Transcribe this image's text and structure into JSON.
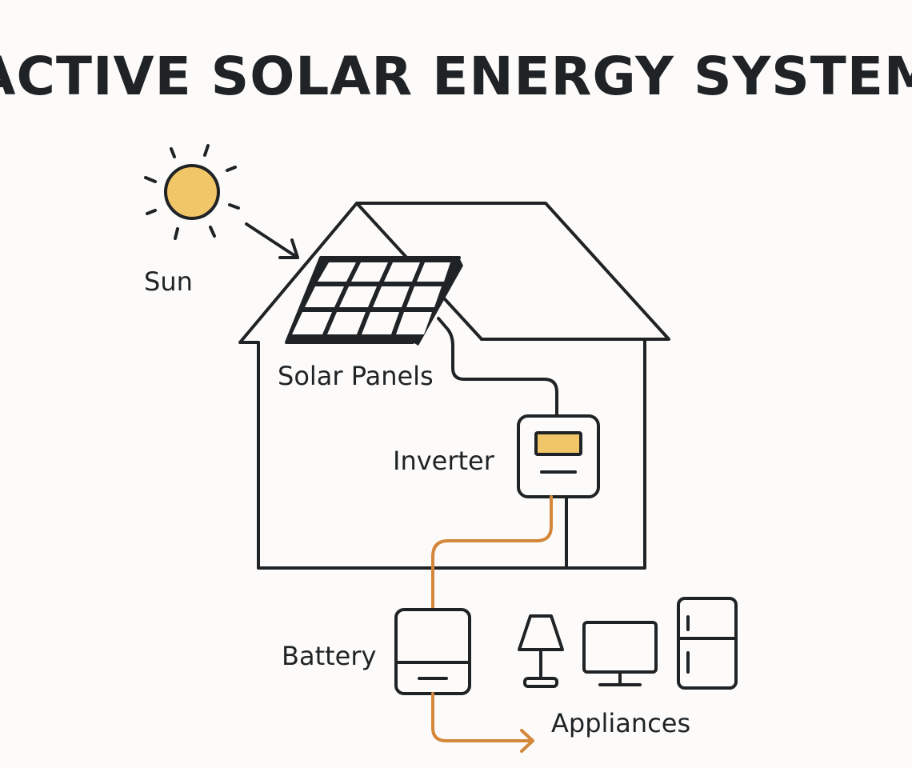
{
  "title": "ACTIVE SOLAR ENERGY SYSTEM",
  "labels": {
    "sun": "Sun",
    "solar_panels": "Solar Panels",
    "inverter": "Inverter",
    "battery": "Battery",
    "appliances": "Appliances"
  },
  "colors": {
    "ink": "#1f2326",
    "sun_fill": "#f0c668",
    "inverter_display": "#f0c668",
    "dc_wire": "#d4873a",
    "background": "#fcfbf9"
  },
  "icons": {
    "sun": "sun-icon",
    "solar_panel": "solar-panel-icon",
    "inverter": "inverter-icon",
    "battery": "battery-icon",
    "lamp": "lamp-icon",
    "monitor": "monitor-icon",
    "fridge": "fridge-icon"
  }
}
